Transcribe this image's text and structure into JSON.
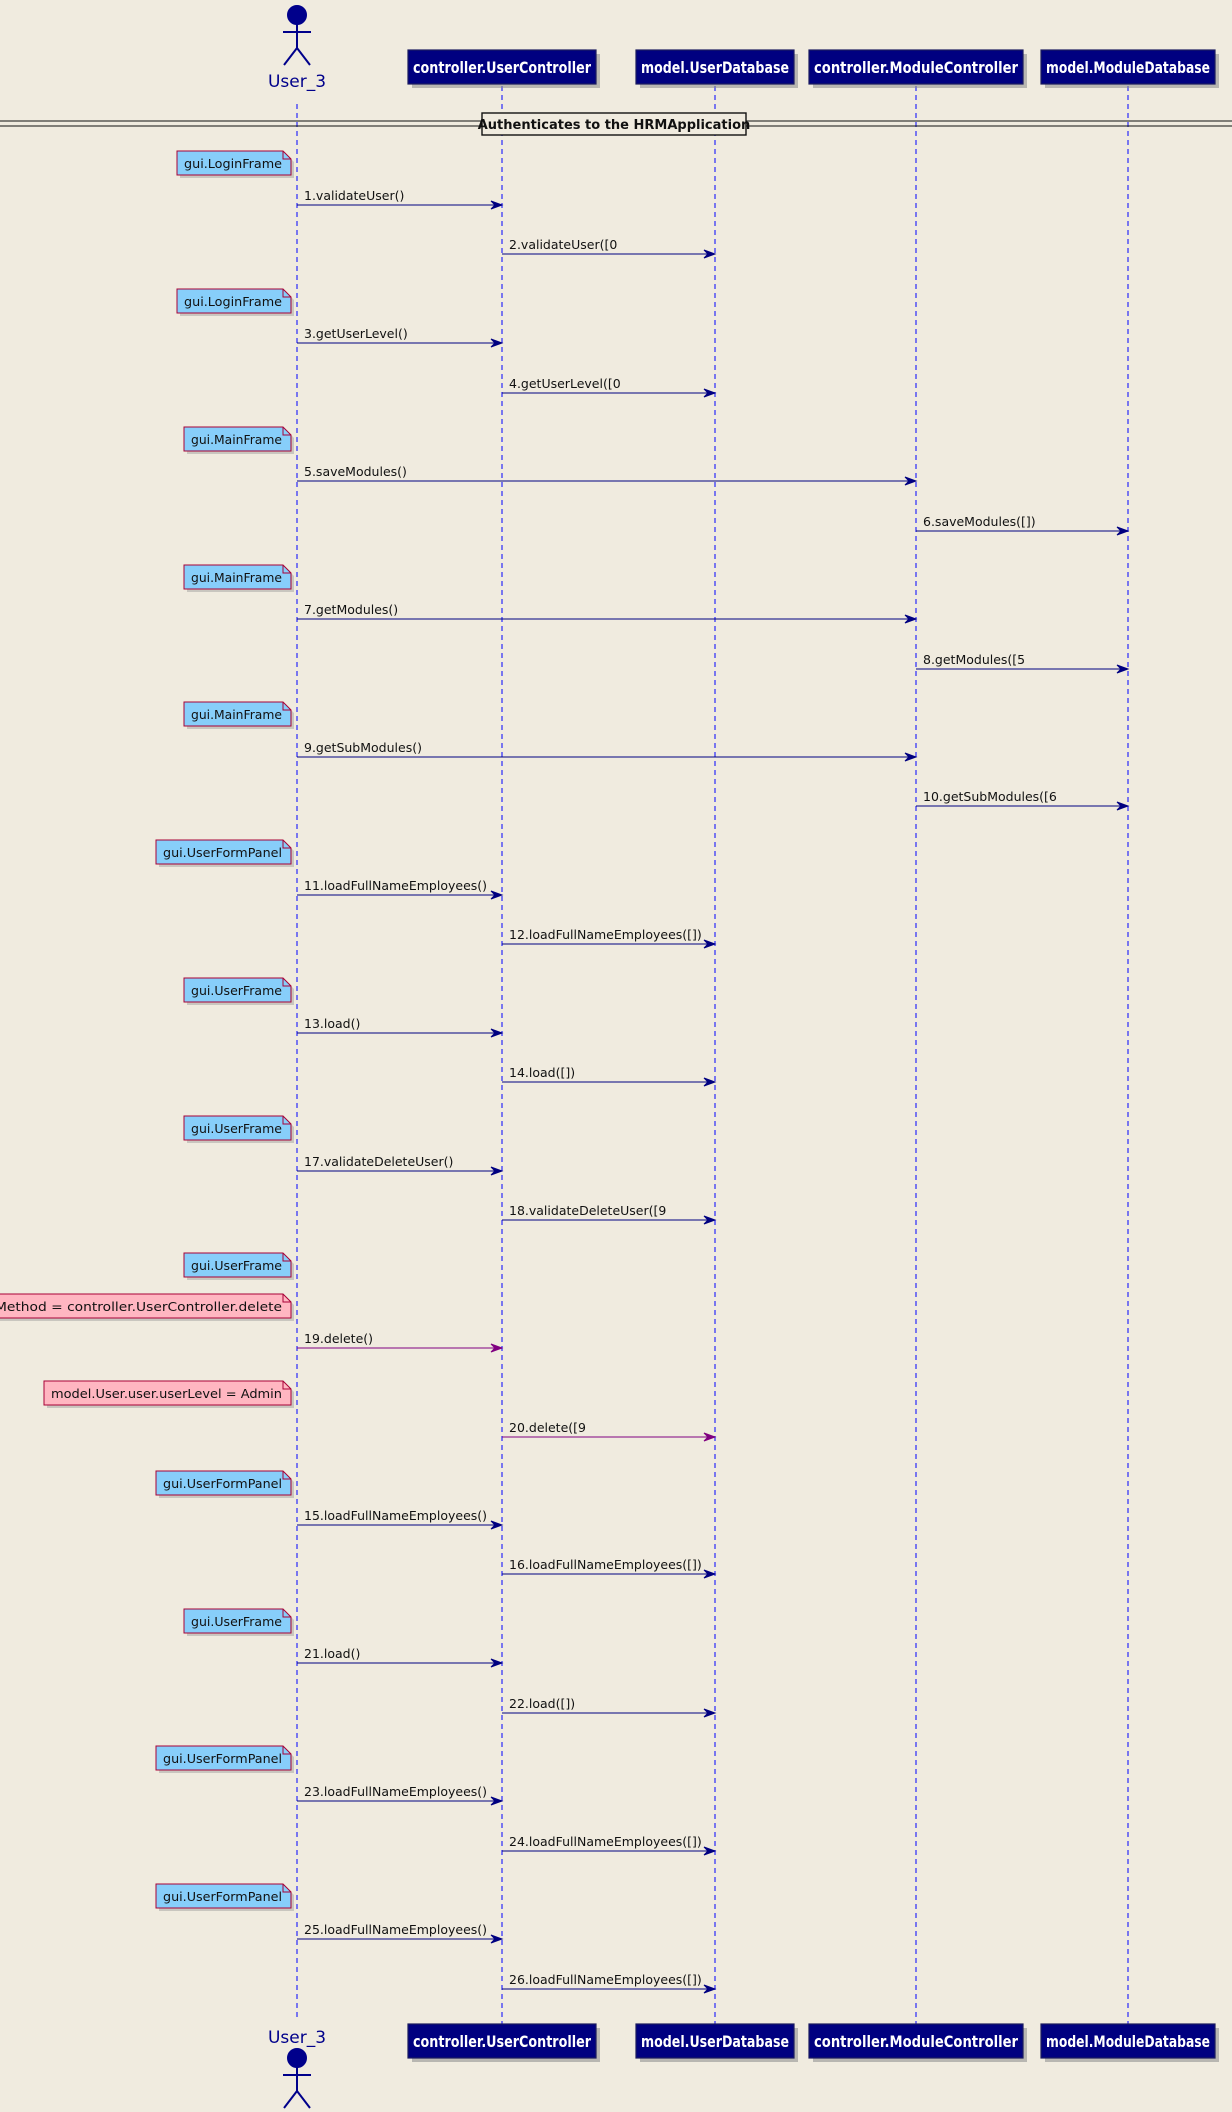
{
  "diagram": {
    "actor": {
      "name": "User_3"
    },
    "participants": [
      {
        "id": "uc",
        "name": "controller.UserController"
      },
      {
        "id": "udb",
        "name": "model.UserDatabase"
      },
      {
        "id": "mc",
        "name": "controller.ModuleController"
      },
      {
        "id": "mdb",
        "name": "model.ModuleDatabase"
      }
    ],
    "divider": "Authenticates to the HRMApplication",
    "colors": {
      "background": "#f0ebdf",
      "participant_fill": "#000080",
      "participant_text": "#ffffff",
      "lifeline": "#0000ff",
      "message": "#000080",
      "special_message": "#800080",
      "note_blue": "#87cefa",
      "note_pink": "#ffb6c1",
      "note_border": "#a80036"
    },
    "steps": [
      {
        "note": "gui.LoginFrame",
        "label": "1.validateUser()",
        "from": "actor",
        "to": "uc"
      },
      {
        "label": "2.validateUser([0",
        "from": "uc",
        "to": "udb"
      },
      {
        "note": "gui.LoginFrame",
        "label": "3.getUserLevel()",
        "from": "actor",
        "to": "uc"
      },
      {
        "label": "4.getUserLevel([0",
        "from": "uc",
        "to": "udb"
      },
      {
        "note": "gui.MainFrame",
        "label": "5.saveModules()",
        "from": "actor",
        "to": "mc"
      },
      {
        "label": "6.saveModules([])",
        "from": "mc",
        "to": "mdb"
      },
      {
        "note": "gui.MainFrame",
        "label": "7.getModules()",
        "from": "actor",
        "to": "mc"
      },
      {
        "label": "8.getModules([5",
        "from": "mc",
        "to": "mdb"
      },
      {
        "note": "gui.MainFrame",
        "label": "9.getSubModules()",
        "from": "actor",
        "to": "mc"
      },
      {
        "label": "10.getSubModules([6",
        "from": "mc",
        "to": "mdb"
      },
      {
        "note": "gui.UserFormPanel",
        "label": "11.loadFullNameEmployees()",
        "from": "actor",
        "to": "uc"
      },
      {
        "label": "12.loadFullNameEmployees([])",
        "from": "uc",
        "to": "udb"
      },
      {
        "note": "gui.UserFrame",
        "label": "13.load()",
        "from": "actor",
        "to": "uc"
      },
      {
        "label": "14.load([])",
        "from": "uc",
        "to": "udb"
      },
      {
        "note": "gui.UserFrame",
        "label": "17.validateDeleteUser()",
        "from": "actor",
        "to": "uc"
      },
      {
        "label": "18.validateDeleteUser([9",
        "from": "uc",
        "to": "udb"
      },
      {
        "note": "gui.UserFrame",
        "note2": "Method = controller.UserController.delete",
        "label": "19.delete()",
        "from": "actor",
        "to": "uc",
        "special": true
      },
      {
        "note": "model.User.user.userLevel = Admin",
        "note_color": "pink",
        "label": "20.delete([9",
        "from": "uc",
        "to": "udb",
        "special": true
      },
      {
        "note": "gui.UserFormPanel",
        "label": "15.loadFullNameEmployees()",
        "from": "actor",
        "to": "uc"
      },
      {
        "label": "16.loadFullNameEmployees([])",
        "from": "uc",
        "to": "udb"
      },
      {
        "note": "gui.UserFrame",
        "label": "21.load()",
        "from": "actor",
        "to": "uc"
      },
      {
        "label": "22.load([])",
        "from": "uc",
        "to": "udb"
      },
      {
        "note": "gui.UserFormPanel",
        "label": "23.loadFullNameEmployees()",
        "from": "actor",
        "to": "uc"
      },
      {
        "label": "24.loadFullNameEmployees([])",
        "from": "uc",
        "to": "udb"
      },
      {
        "note": "gui.UserFormPanel",
        "label": "25.loadFullNameEmployees()",
        "from": "actor",
        "to": "uc"
      },
      {
        "label": "26.loadFullNameEmployees([])",
        "from": "uc",
        "to": "udb"
      }
    ]
  }
}
